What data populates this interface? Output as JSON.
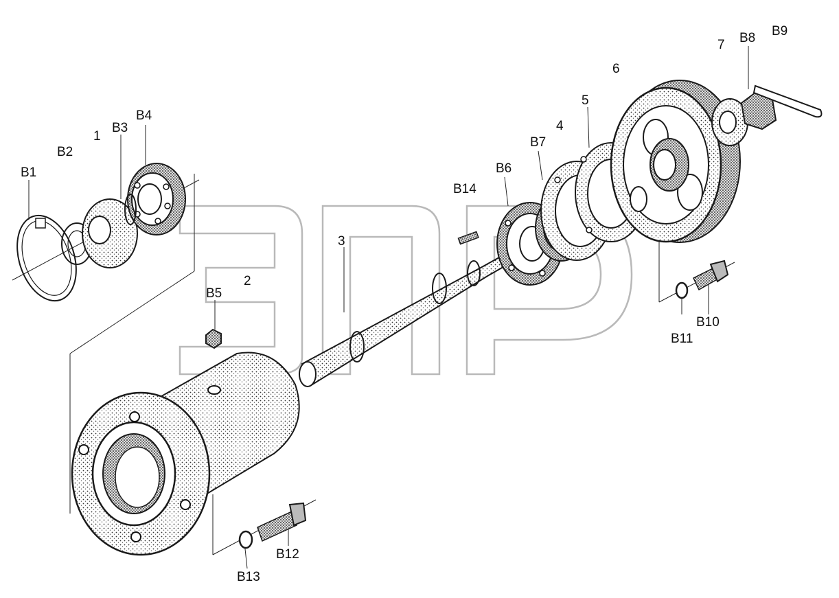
{
  "labels": {
    "b1": "B1",
    "b2": "B2",
    "p1": "1",
    "b3": "B3",
    "b4": "B4",
    "p2": "2",
    "p3": "3",
    "b5": "B5",
    "b14": "B14",
    "b6": "B6",
    "b7": "B7",
    "p4": "4",
    "p5": "5",
    "p6": "6",
    "p7": "7",
    "b8": "B8",
    "b9": "B9",
    "b10": "B10",
    "b11": "B11",
    "b12": "B12",
    "b13": "B13"
  }
}
